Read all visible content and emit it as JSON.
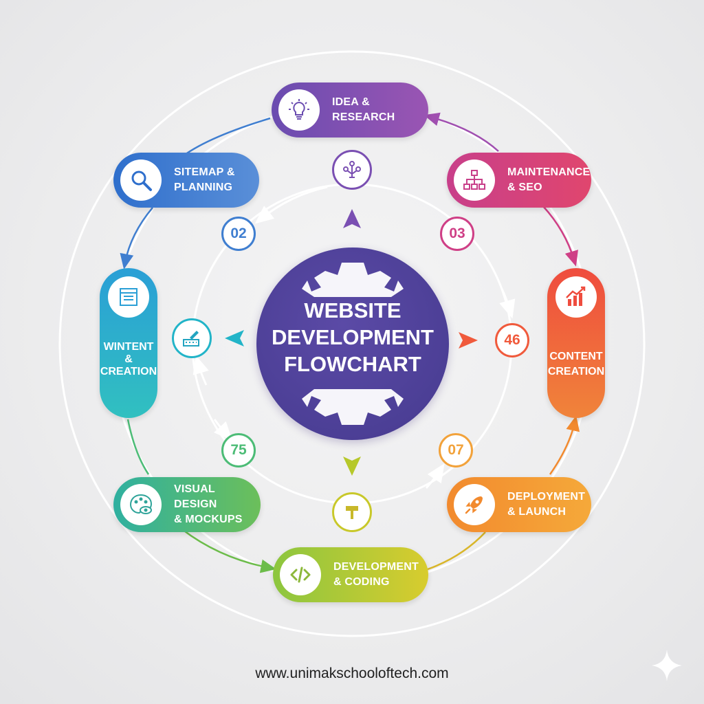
{
  "hub": {
    "title_lines": [
      "WEBSITE",
      "DEVELOPMENT",
      "FLOWCHART"
    ]
  },
  "steps": [
    {
      "id": "idea",
      "lines": [
        "IDEA &",
        "RESEARCH"
      ],
      "icon": "lightbulb-icon"
    },
    {
      "id": "maintenance",
      "lines": [
        "MAINTENANCE",
        "& SEO"
      ],
      "icon": "sitemap-icon"
    },
    {
      "id": "content",
      "lines": [
        "CONTENT",
        "CREATION"
      ],
      "icon": "growth-chart-icon"
    },
    {
      "id": "deployment",
      "lines": [
        "DEPLOYMENT",
        "& LAUNCH"
      ],
      "icon": "rocket-icon"
    },
    {
      "id": "development",
      "lines": [
        "DEVELOPMENT",
        "& CODING"
      ],
      "icon": "code-icon"
    },
    {
      "id": "visual",
      "lines": [
        "VISUAL DESIGN",
        "& MOCKUPS"
      ],
      "icon": "palette-icon"
    },
    {
      "id": "wintent",
      "lines": [
        "WINTENT",
        "&",
        "CREATION"
      ],
      "icon": "document-icon"
    },
    {
      "id": "sitemap",
      "lines": [
        "SITEMAP &",
        "PLANNING"
      ],
      "icon": "magnifier-icon"
    }
  ],
  "numbers": {
    "n02": "02",
    "n03": "03",
    "n46": "46",
    "n07": "07",
    "n75": "75"
  },
  "mini_icons": [
    "hierarchy-icon",
    "hammer-icon",
    "pencil-keyboard-icon"
  ],
  "colors": {
    "purple": "#7a4fb2",
    "magenta": "#cf3f86",
    "orange_red": "#f05a3c",
    "orange": "#f28a2e",
    "yellow_green": "#b6c82a",
    "green": "#4cbc76",
    "teal": "#22b4c8",
    "blue": "#3f7ed0",
    "hub": "#4c3f96"
  },
  "footer": {
    "url": "www.unimakschooloftech.com"
  }
}
